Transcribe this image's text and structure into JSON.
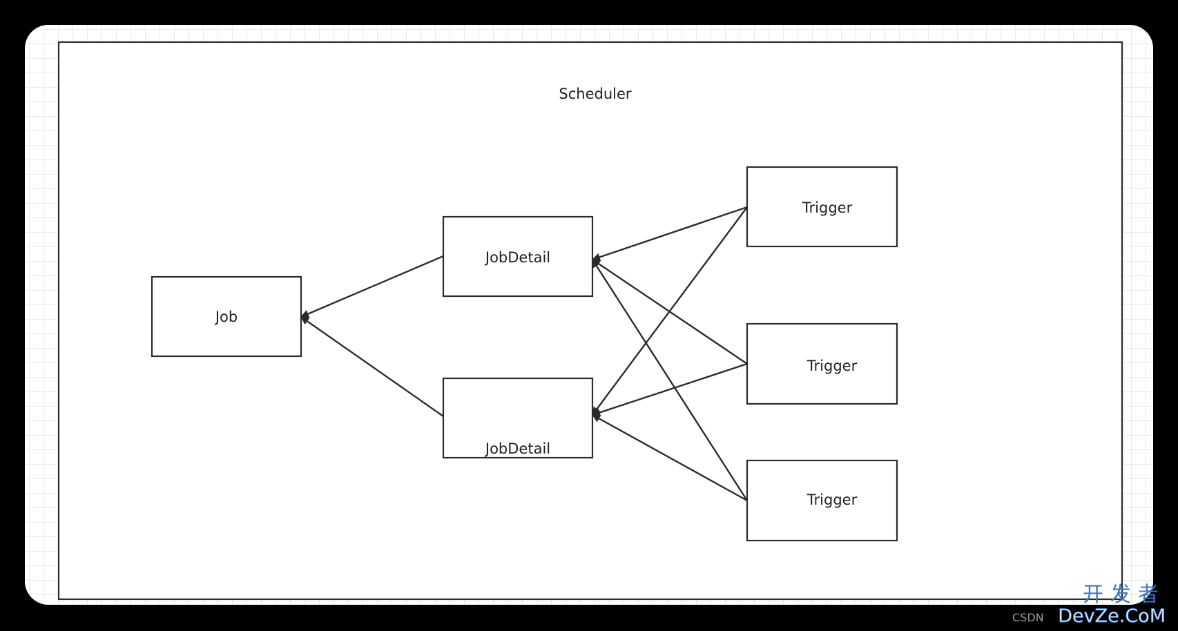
{
  "diagram": {
    "container": {
      "label": "Scheduler"
    },
    "nodes": [
      {
        "id": "job",
        "label": "Job"
      },
      {
        "id": "jobdetail_1",
        "label": "JobDetail"
      },
      {
        "id": "jobdetail_2",
        "label": "JobDetail"
      },
      {
        "id": "trigger_1",
        "label": "Trigger"
      },
      {
        "id": "trigger_2",
        "label": "Trigger"
      },
      {
        "id": "trigger_3",
        "label": "Trigger"
      }
    ],
    "edges": [
      {
        "from": "jobdetail_1",
        "to": "job"
      },
      {
        "from": "jobdetail_2",
        "to": "job"
      },
      {
        "from": "trigger_1",
        "to": "jobdetail_1"
      },
      {
        "from": "trigger_1",
        "to": "jobdetail_2"
      },
      {
        "from": "trigger_2",
        "to": "jobdetail_1"
      },
      {
        "from": "trigger_2",
        "to": "jobdetail_2"
      },
      {
        "from": "trigger_3",
        "to": "jobdetail_1"
      },
      {
        "from": "trigger_3",
        "to": "jobdetail_2"
      }
    ]
  },
  "watermark": {
    "site_cn": "开发者",
    "csdn": "CSDN",
    "site_en": "DevZe.CoM"
  },
  "colors": {
    "stroke": "#2b2b2b",
    "background": "#000000",
    "canvas": "#ffffff",
    "grid": "#e9e9e9",
    "watermark_blue": "#3a78c8"
  }
}
